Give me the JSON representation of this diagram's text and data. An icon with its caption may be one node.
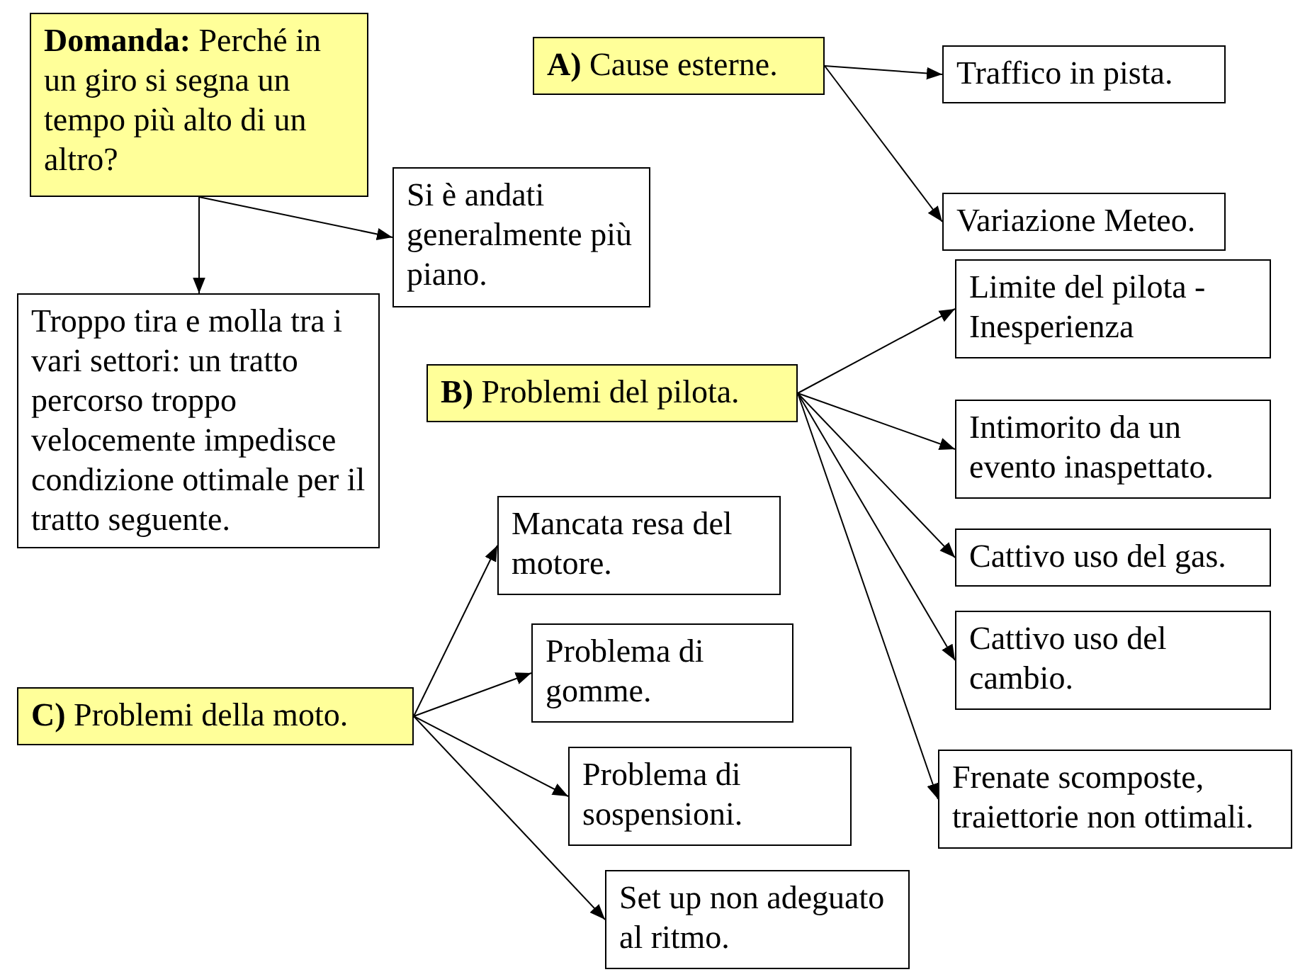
{
  "diagram": {
    "nodes": [
      {
        "text": [
          "**Domanda:** Perché in un giro si segna un tempo più alto di un altro?"
        ]
      },
      {
        "text": [
          "Si è andati generalmente più piano."
        ]
      },
      {
        "text": [
          "Troppo tira e molla tra i vari settori: un tratto percorso troppo velocemente impedisce condizione ottimale per il tratto seguente."
        ]
      },
      {
        "text": [
          "**A)** Cause esterne."
        ]
      },
      {
        "text": [
          "Traffico in pista."
        ]
      },
      {
        "text": [
          "Variazione Meteo."
        ]
      },
      {
        "text": [
          "Limite del pilota - Inesperienza"
        ]
      },
      {
        "text": [
          "**B)** Problemi del pilota."
        ]
      },
      {
        "text": [
          "Intimorito da un evento inaspettato."
        ]
      },
      {
        "text": [
          "Cattivo uso del gas."
        ]
      },
      {
        "text": [
          "Cattivo uso del cambio."
        ]
      },
      {
        "text": [
          "Frenate scomposte, traiettorie non ottimali."
        ]
      },
      {
        "text": [
          "Mancata resa del motore."
        ]
      },
      {
        "text": [
          "**C)** Problemi della moto."
        ]
      },
      {
        "text": [
          "Problema di gomme."
        ]
      },
      {
        "text": [
          "Problema di sospensioni."
        ]
      },
      {
        "text": [
          "Set up non adeguato al ritmo."
        ]
      }
    ],
    "edges": [
      {
        "from": 0,
        "to": 1,
        "arrow": "to"
      },
      {
        "from": 0,
        "to": 2,
        "arrow": "to"
      },
      {
        "from": 3,
        "to": 4,
        "arrow": "to"
      },
      {
        "from": 3,
        "to": 5,
        "arrow": "to"
      },
      {
        "from": 7,
        "to": 6,
        "arrow": "to"
      },
      {
        "from": 7,
        "to": 8,
        "arrow": "to"
      },
      {
        "from": 7,
        "to": 9,
        "arrow": "to"
      },
      {
        "from": 7,
        "to": 10,
        "arrow": "to"
      },
      {
        "from": 7,
        "to": 11,
        "arrow": "to"
      },
      {
        "from": 13,
        "to": 12,
        "arrow": "to"
      },
      {
        "from": 13,
        "to": 14,
        "arrow": "to"
      },
      {
        "from": 13,
        "to": 15,
        "arrow": "to"
      },
      {
        "from": 13,
        "to": 16,
        "arrow": "to"
      }
    ]
  }
}
